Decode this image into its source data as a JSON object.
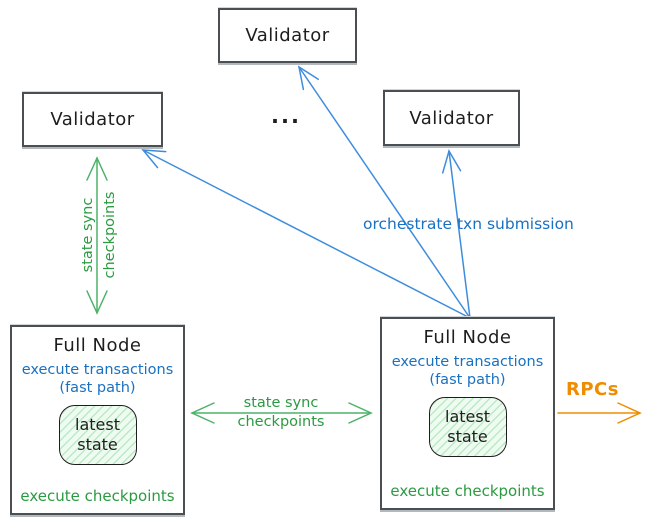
{
  "colors": {
    "ink": "#1e1e1e",
    "box_border": "#4a4f54",
    "green_text": "#2b9a41",
    "green_arrow": "#4db269",
    "blue_text": "#1971c2",
    "blue_arrow": "#3e8ddd",
    "orange": "#f08c00"
  },
  "nodes": {
    "validator_top": "Validator",
    "validator_left": "Validator",
    "validator_right": "Validator",
    "ellipsis": "...",
    "full_node_left": {
      "title": "Full Node",
      "exec_txn": "execute transactions",
      "fast_path": "(fast path)",
      "state_line1": "latest",
      "state_line2": "state",
      "exec_ckpt": "execute checkpoints"
    },
    "full_node_right": {
      "title": "Full Node",
      "exec_txn": "execute transactions",
      "fast_path": "(fast path)",
      "state_line1": "latest",
      "state_line2": "state",
      "exec_ckpt": "execute checkpoints"
    }
  },
  "edges": {
    "state_sync_left": {
      "line1": "state sync",
      "line2": "checkpoints"
    },
    "state_sync_middle": {
      "line1": "state sync",
      "line2": "checkpoints"
    },
    "orchestrate_txn": {
      "label": "orchestrate txn submission"
    },
    "rpcs": {
      "label": "RPCs"
    }
  }
}
